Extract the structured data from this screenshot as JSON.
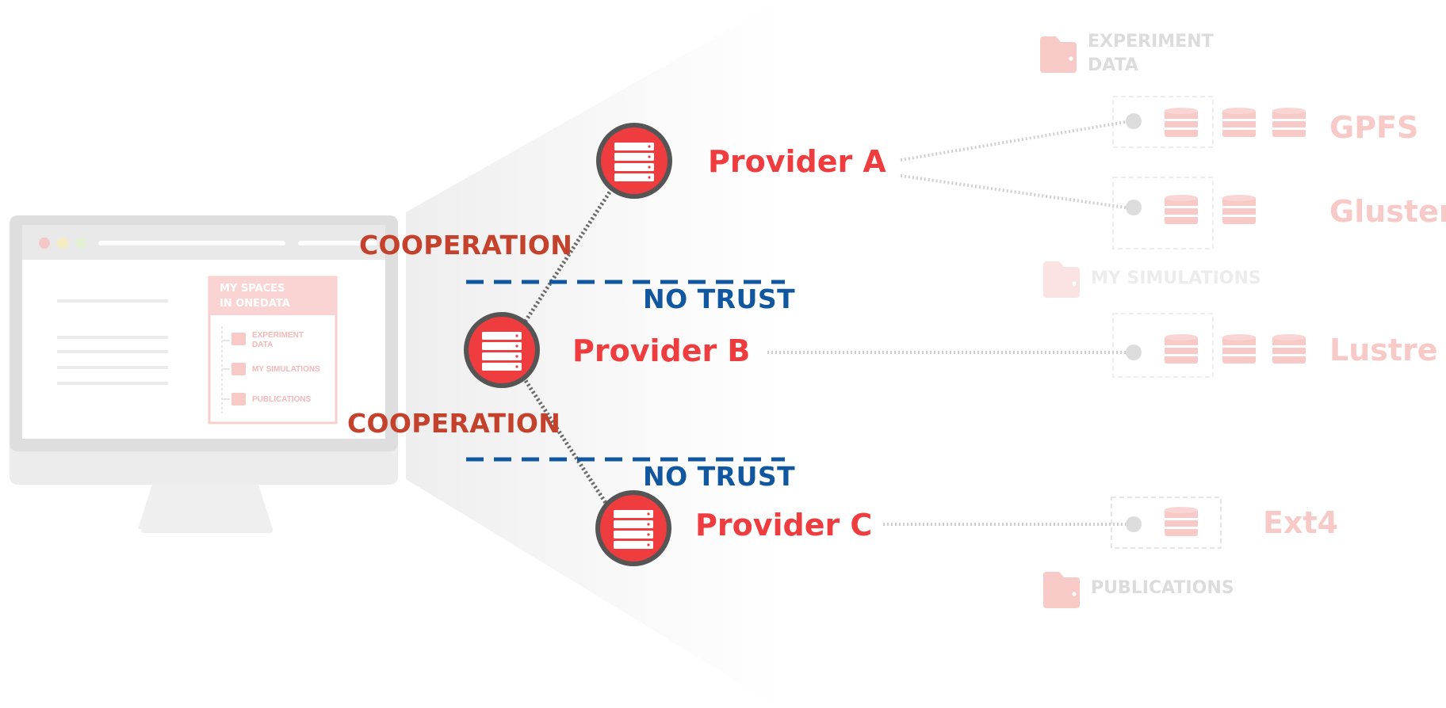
{
  "monitor": {
    "panel_title_line1": "MY SPACES",
    "panel_title_line2": "IN ONEDATA",
    "items": [
      "EXPERIMENT DATA",
      "MY SIMULATIONS",
      "PUBLICATIONS"
    ],
    "item1_line1": "EXPERIMENT",
    "item1_line2": "DATA",
    "item2": "MY SIMULATIONS",
    "item3": "PUBLICATIONS"
  },
  "labels": {
    "cooperation": "COOPERATION",
    "no_trust": "NO TRUST"
  },
  "providers": [
    {
      "name": "Provider A",
      "icon": "server-icon"
    },
    {
      "name": "Provider B",
      "icon": "server-icon"
    },
    {
      "name": "Provider C",
      "icon": "server-icon"
    }
  ],
  "storages": [
    {
      "name": "GPFS",
      "disks": 3
    },
    {
      "name": "Gluster",
      "disks": 2
    },
    {
      "name": "Lustre",
      "disks": 3
    },
    {
      "name": "Ext4",
      "disks": 1
    }
  ],
  "spaces": {
    "experiment_line1": "EXPERIMENT",
    "experiment_line2": "DATA",
    "simulations": "MY SIMULATIONS",
    "publications": "PUBLICATIONS"
  },
  "colors": {
    "provider_red": "#ee3c3f",
    "cooperation": "#c4422c",
    "no_trust": "#1057a0",
    "faded_red": "#f7c9c7"
  }
}
